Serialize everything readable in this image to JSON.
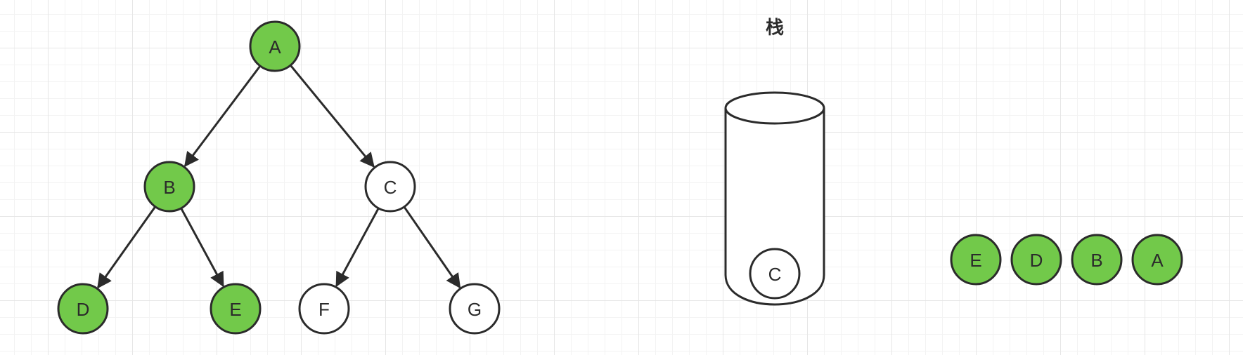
{
  "colors": {
    "visited": "#72c94a",
    "unvisited": "#ffffff",
    "stroke": "#2b2b2b"
  },
  "tree": {
    "nodes": [
      {
        "id": "A",
        "label": "A",
        "visited": true
      },
      {
        "id": "B",
        "label": "B",
        "visited": true
      },
      {
        "id": "C",
        "label": "C",
        "visited": false
      },
      {
        "id": "D",
        "label": "D",
        "visited": true
      },
      {
        "id": "E",
        "label": "E",
        "visited": true
      },
      {
        "id": "F",
        "label": "F",
        "visited": false
      },
      {
        "id": "G",
        "label": "G",
        "visited": false
      }
    ],
    "edges": [
      {
        "from": "A",
        "to": "B"
      },
      {
        "from": "A",
        "to": "C"
      },
      {
        "from": "B",
        "to": "D"
      },
      {
        "from": "B",
        "to": "E"
      },
      {
        "from": "C",
        "to": "F"
      },
      {
        "from": "C",
        "to": "G"
      }
    ]
  },
  "stack": {
    "title": "栈",
    "items": [
      {
        "label": "C",
        "visited": false
      }
    ]
  },
  "output": {
    "items": [
      {
        "label": "E",
        "visited": true
      },
      {
        "label": "D",
        "visited": true
      },
      {
        "label": "B",
        "visited": true
      },
      {
        "label": "A",
        "visited": true
      }
    ]
  }
}
